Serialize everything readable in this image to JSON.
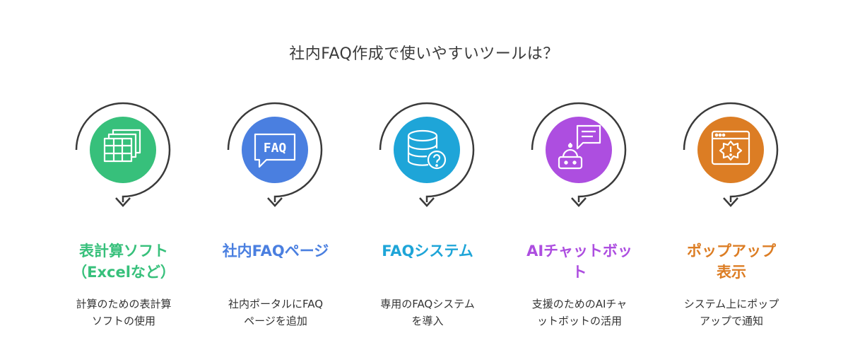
{
  "title": "社内FAQ作成で使いやすいツールは？",
  "tools": [
    {
      "name": "表計算ソフト\n（Excelなど）",
      "desc": "計算のための表計算\nソフトの使用",
      "color": "#37c07b",
      "icon": "spreadsheet-icon"
    },
    {
      "name": "社内FAQページ",
      "desc": "社内ポータルにFAQ\nページを追加",
      "color": "#4a7fe0",
      "icon": "faq-speech-bubble-icon"
    },
    {
      "name": "FAQシステム",
      "desc": "専用のFAQシステム\nを導入",
      "color": "#1ea5d8",
      "icon": "database-question-icon"
    },
    {
      "name": "AIチャットボッ\nト",
      "desc": "支援のためのAIチャ\nットボットの活用",
      "color": "#ad4ee0",
      "icon": "chatbot-icon"
    },
    {
      "name": "ポップアップ\n表示",
      "desc": "システム上にポップ\nアップで通知",
      "color": "#dc7d24",
      "icon": "browser-alert-icon"
    }
  ]
}
